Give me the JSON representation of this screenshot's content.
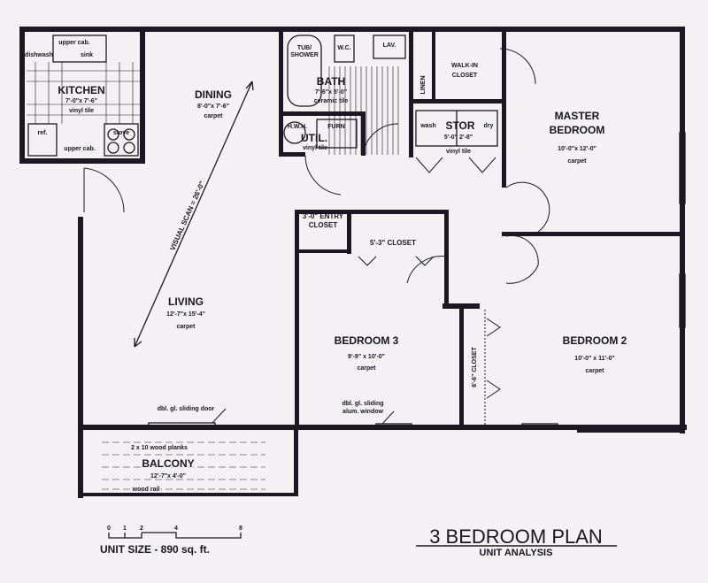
{
  "plan": {
    "title": "3 BEDROOM PLAN",
    "subtitle": "UNIT ANALYSIS",
    "unit_size": "UNIT SIZE - 890 sq. ft.",
    "scale_ticks": [
      "0",
      "1",
      "2",
      "4",
      "8"
    ],
    "visual_scan": "VISUAL SCAN = 26'-0\""
  },
  "rooms": {
    "kitchen": {
      "name": "KITCHEN",
      "size": "7'-0\"x 7'-6\"",
      "floor": "vinyl tile",
      "upper_cab": "upper cab.",
      "dishwash": "dishwash",
      "sink": "sink",
      "ref": "ref.",
      "stove": "stove",
      "upper_cab2": "upper cab."
    },
    "dining": {
      "name": "DINING",
      "size": "8'-0\"x 7'-6\"",
      "floor": "carpet"
    },
    "bath": {
      "name": "BATH",
      "size": "7'-6\"x 5'-0\"",
      "floor": "ceramic tile",
      "tub": "TUB/",
      "shower": "SHOWER",
      "wc": "W.C.",
      "lav": "LAV."
    },
    "util": {
      "name": "UTIL.",
      "hwh": "H.W.H.",
      "furn": "FURN",
      "floor": "vinyl tile"
    },
    "walkin": {
      "line1": "WALK-IN",
      "line2": "CLOSET",
      "linen": "LINEN"
    },
    "stor": {
      "name": "STOR",
      "wash": "wash",
      "dry": "dry",
      "size": "5'-0\" 2'-8\"",
      "floor": "vinyl tile"
    },
    "master": {
      "line1": "MASTER",
      "line2": "BEDROOM",
      "size": "10'-0\"x 12'-0\"",
      "floor": "carpet"
    },
    "entry_closet": {
      "line1": "3'-0\" ENTRY",
      "line2": "CLOSET"
    },
    "closet53": {
      "name": "5'-3\" CLOSET"
    },
    "living": {
      "name": "LIVING",
      "size": "12'-7\"x 15'-4\"",
      "floor": "carpet"
    },
    "bedroom3": {
      "name": "BEDROOM 3",
      "size": "9'-9\" x 10'-0\"",
      "floor": "carpet"
    },
    "closet66": {
      "name": "6'-6\" CLOSET"
    },
    "bedroom2": {
      "name": "BEDROOM 2",
      "size": "10'-0\" x 11'-0\"",
      "floor": "carpet"
    },
    "balcony": {
      "name": "BALCONY",
      "size": "12'-7\"x 4'-0\"",
      "planks": "2 x 10 wood planks",
      "rail": "wood rail"
    }
  },
  "notes": {
    "sliding_door": "dbl. gl. sliding door",
    "window1": "dbl. gl. sliding",
    "window2": "alum. window"
  }
}
